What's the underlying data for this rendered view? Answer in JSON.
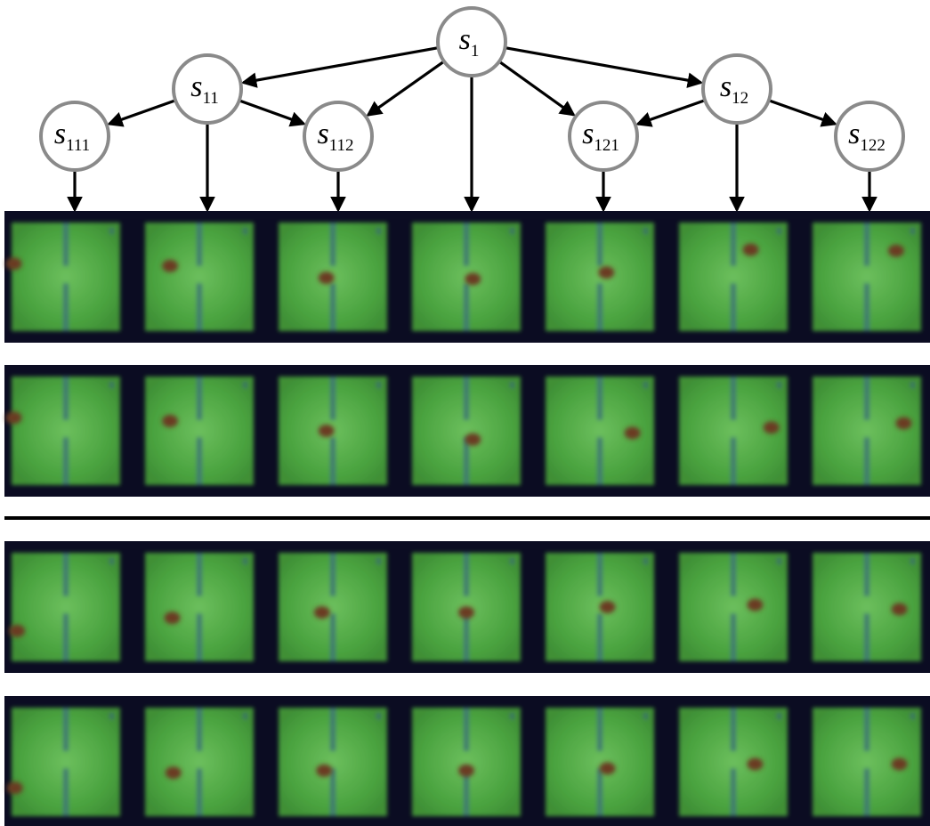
{
  "tree": {
    "nodes": [
      {
        "id": "s1",
        "base": "s",
        "sub": "1"
      },
      {
        "id": "s11",
        "base": "s",
        "sub": "11"
      },
      {
        "id": "s12",
        "base": "s",
        "sub": "12"
      },
      {
        "id": "s111",
        "base": "s",
        "sub": "111"
      },
      {
        "id": "s112",
        "base": "s",
        "sub": "112"
      },
      {
        "id": "s121",
        "base": "s",
        "sub": "121"
      },
      {
        "id": "s122",
        "base": "s",
        "sub": "122"
      }
    ],
    "edges": [
      {
        "from": "s1",
        "to": "s11"
      },
      {
        "from": "s1",
        "to": "s12"
      },
      {
        "from": "s1",
        "to": "s112"
      },
      {
        "from": "s1",
        "to": "s121"
      },
      {
        "from": "s11",
        "to": "s111"
      },
      {
        "from": "s11",
        "to": "s112"
      },
      {
        "from": "s12",
        "to": "s121"
      },
      {
        "from": "s12",
        "to": "s122"
      }
    ],
    "column_order": [
      "s111",
      "s11",
      "s112",
      "s1",
      "s121",
      "s12",
      "s122"
    ]
  },
  "frame_rows": [
    {
      "id": "row-1",
      "group": "top",
      "agent_path": [
        [
          0.02,
          0.38
        ],
        [
          0.23,
          0.4
        ],
        [
          0.44,
          0.51
        ],
        [
          0.56,
          0.52
        ],
        [
          0.56,
          0.46
        ],
        [
          0.66,
          0.25
        ],
        [
          0.77,
          0.26
        ]
      ]
    },
    {
      "id": "row-2",
      "group": "top",
      "agent_path": [
        [
          0.02,
          0.38
        ],
        [
          0.23,
          0.41
        ],
        [
          0.44,
          0.5
        ],
        [
          0.56,
          0.58
        ],
        [
          0.8,
          0.52
        ],
        [
          0.85,
          0.47
        ],
        [
          0.84,
          0.43
        ]
      ]
    },
    {
      "id": "row-3",
      "group": "bottom",
      "agent_path": [
        [
          0.05,
          0.72
        ],
        [
          0.25,
          0.6
        ],
        [
          0.4,
          0.55
        ],
        [
          0.5,
          0.55
        ],
        [
          0.57,
          0.5
        ],
        [
          0.7,
          0.48
        ],
        [
          0.8,
          0.52
        ]
      ]
    },
    {
      "id": "row-4",
      "group": "bottom",
      "agent_path": [
        [
          0.03,
          0.74
        ],
        [
          0.26,
          0.6
        ],
        [
          0.42,
          0.58
        ],
        [
          0.5,
          0.58
        ],
        [
          0.57,
          0.56
        ],
        [
          0.7,
          0.52
        ],
        [
          0.8,
          0.52
        ]
      ]
    }
  ],
  "colors": {
    "field": "#4aa33f",
    "field_center": "#66b85a",
    "wall": "#3f7a6f",
    "marker": "#7a3a22",
    "strip_background": "#0b0c22"
  }
}
